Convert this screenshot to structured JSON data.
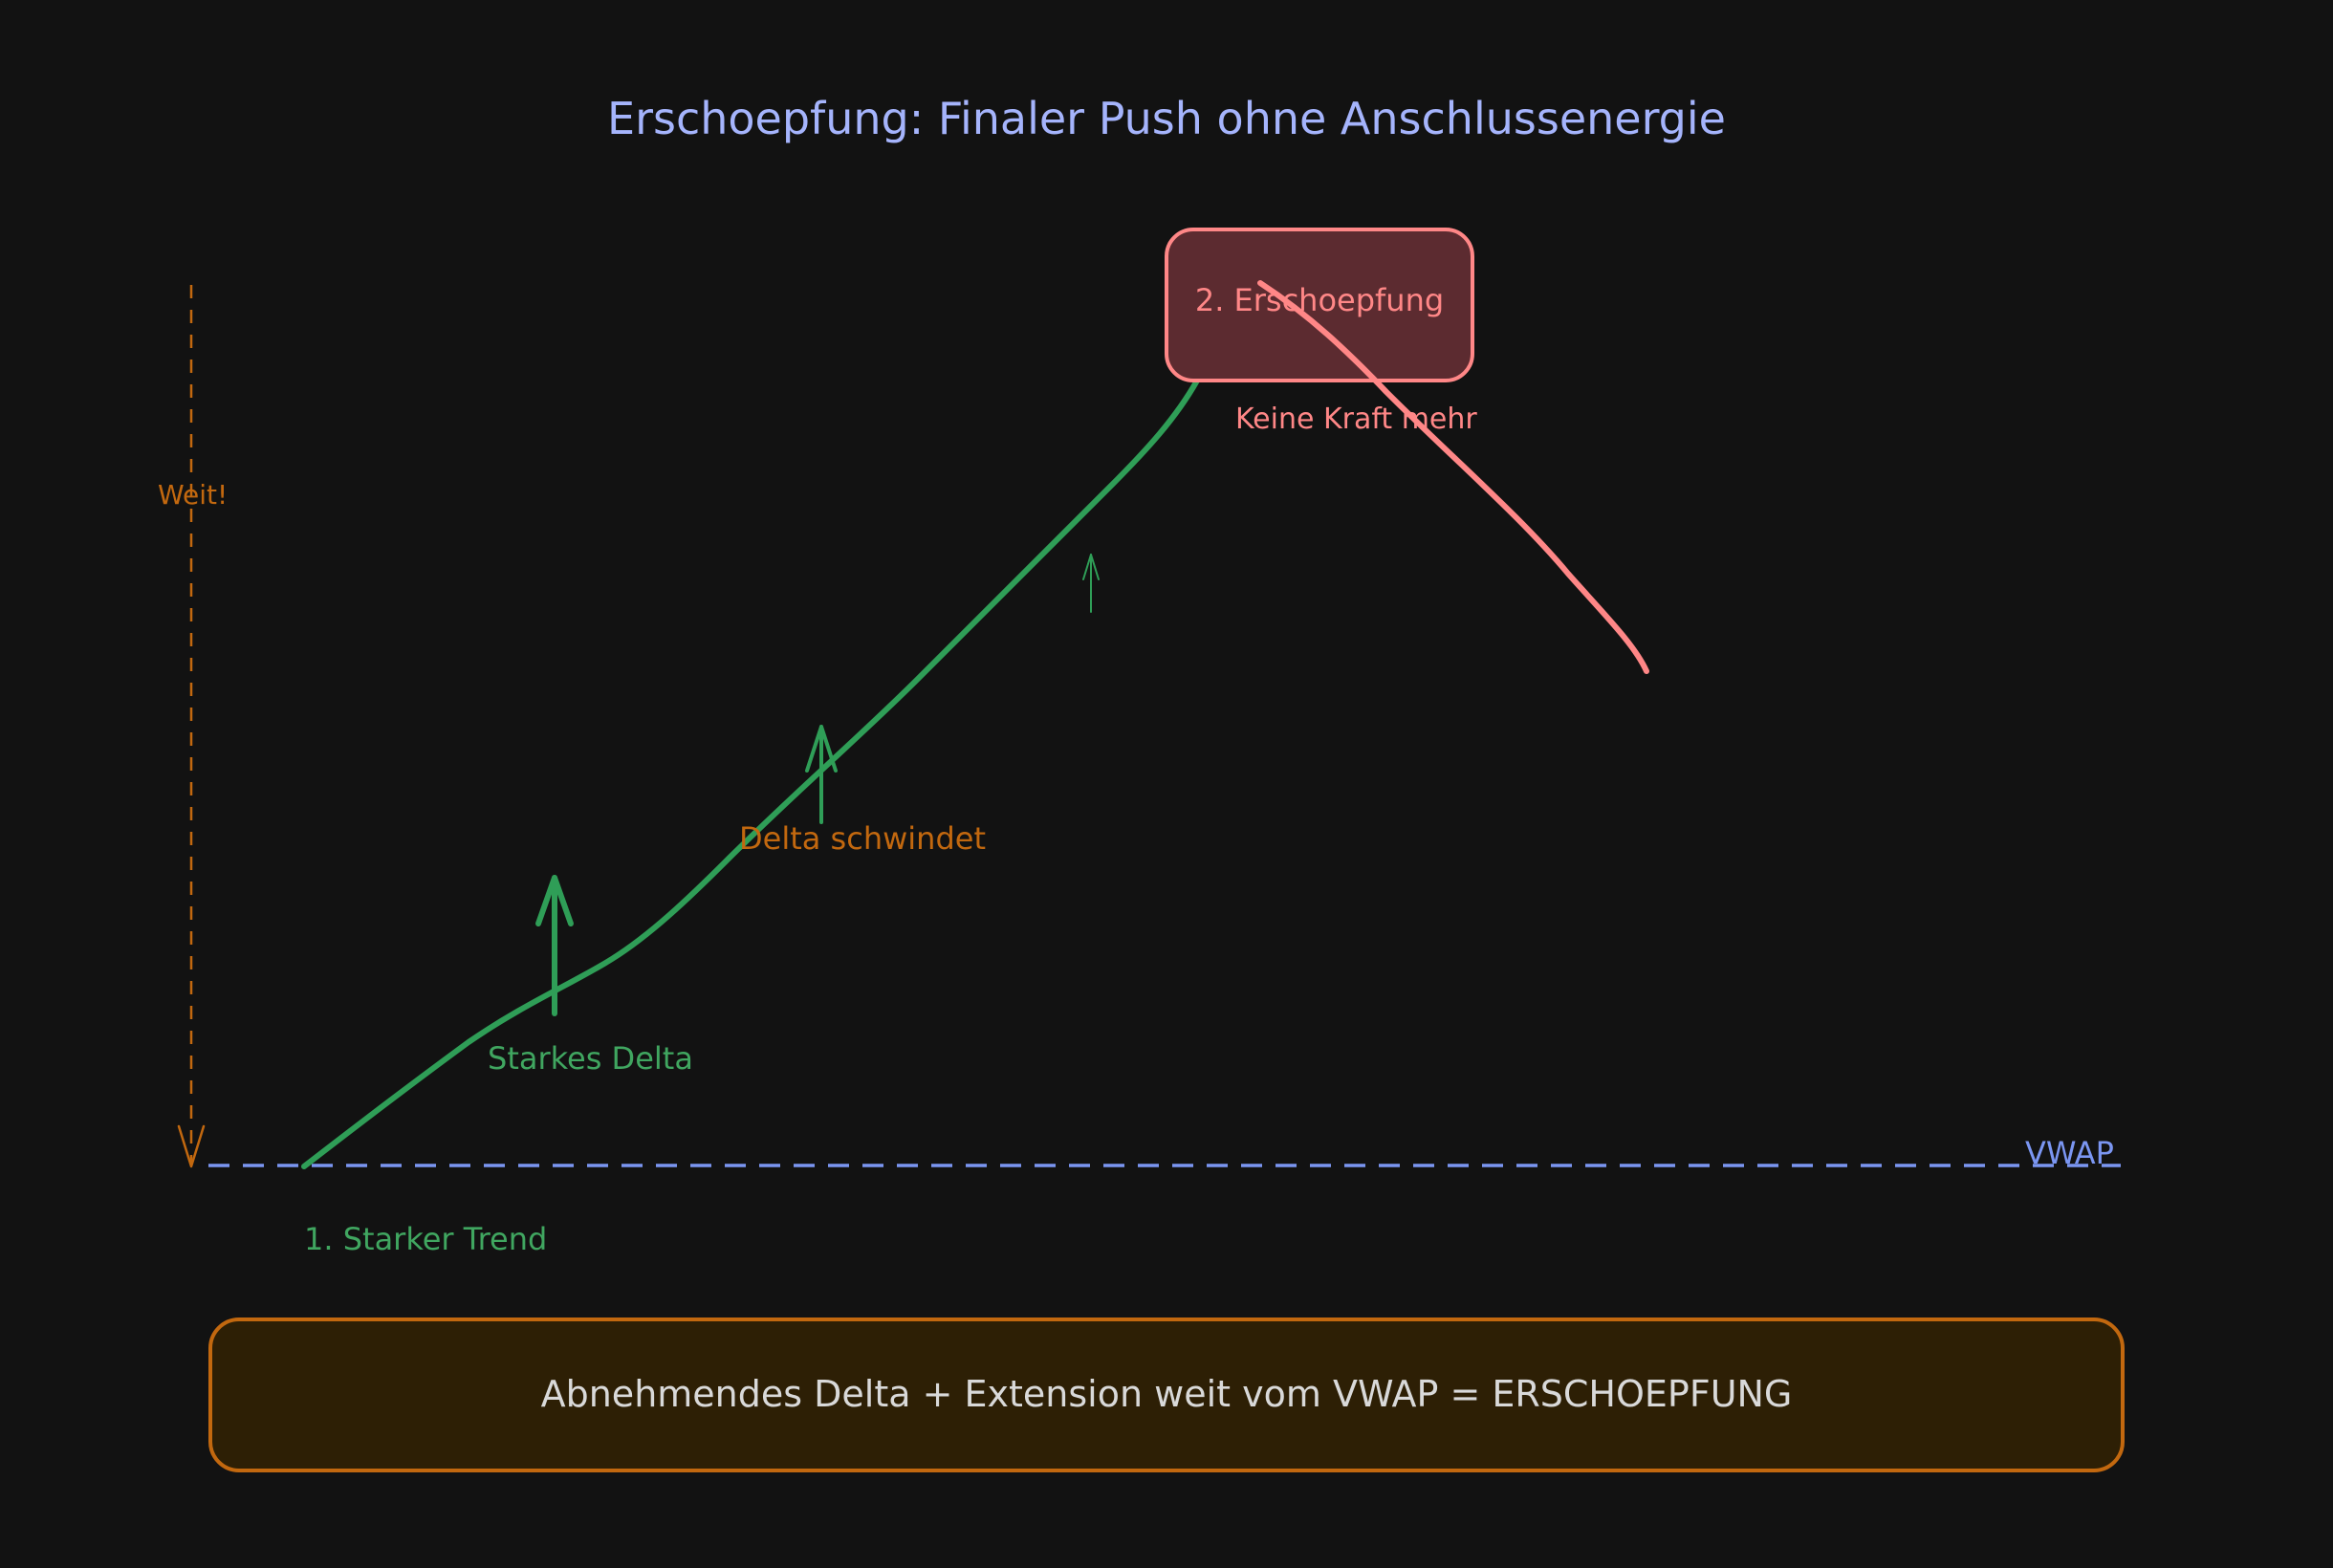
{
  "title": "Erschoepfung: Finaler Push ohne Anschlussenergie",
  "labels": {
    "weit": "Weit!",
    "vwap": "VWAP",
    "starker_trend": "1. Starker Trend",
    "starkes_delta": "Starkes Delta",
    "delta_schwindet": "Delta schwindet",
    "erschoepfung_box": "2. Erschoepfung",
    "keine_kraft": "Keine Kraft mehr"
  },
  "summary": "Abnehmendes Delta + Extension weit vom VWAP = ERSCHOEPFUNG",
  "colors": {
    "background": "#121212",
    "title": "#a5b4fc",
    "trend_green": "#2f9e57",
    "label_green": "#40a660",
    "orange": "#c2680f",
    "vwap_blue": "#7b96f2",
    "exhaustion_red": "#ff8787",
    "exhaustion_fill": "#5c2b30",
    "summary_fill": "#2d1f05",
    "summary_text": "#d9d9d9"
  }
}
